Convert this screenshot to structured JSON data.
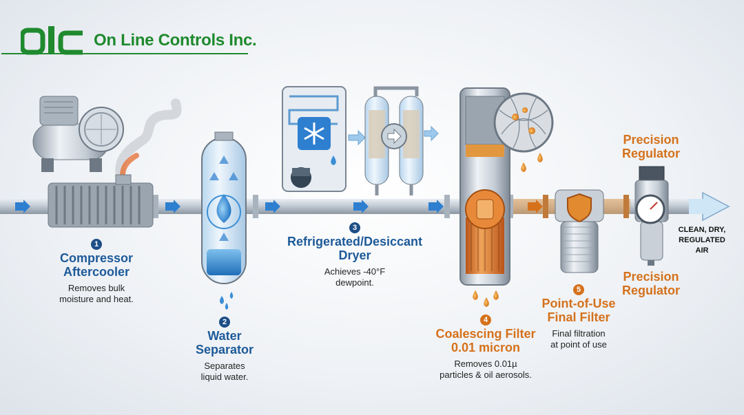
{
  "logo": {
    "mark": "olc",
    "company": "On Line Controls Inc."
  },
  "steps": [
    {
      "number": "1",
      "title": [
        "Compressor",
        "Aftercooler"
      ],
      "desc": [
        "Removes bulk",
        "moisture and heat."
      ]
    },
    {
      "number": "2",
      "title": [
        "Water",
        "Separator"
      ],
      "desc": [
        "Separates",
        "liquid water."
      ]
    },
    {
      "number": "3",
      "title": [
        "Refrigerated/Desiccant",
        "Dryer"
      ],
      "desc": [
        "Achieves -40°F",
        "dewpoint."
      ]
    },
    {
      "number": "4",
      "title": [
        "Coalescing Filter",
        "0.01 micron"
      ],
      "desc": [
        "Removes 0.01µ",
        "particles & oil aerosols."
      ]
    },
    {
      "number": "5",
      "title": [
        "Point-of-Use",
        "Final Filter"
      ],
      "desc": [
        "Final filtration",
        "at point of use"
      ]
    }
  ],
  "regulator": {
    "title_top": [
      "Precision",
      "Regulator"
    ],
    "title_bottom": [
      "Precision",
      "Regulator"
    ]
  },
  "outlet": [
    "CLEAN, DRY,",
    "REGULATED",
    "AIR"
  ],
  "colors": {
    "blue": "#1d5a99",
    "orange": "#d5711b",
    "green": "#1f8a2e",
    "pipe": "#b8c2cc"
  },
  "icons": [
    "compressor-icon",
    "aftercooler-icon",
    "water-drop-icon",
    "snowflake-icon",
    "desiccant-tower-icon",
    "filter-element-icon",
    "shield-icon",
    "pressure-gauge-icon"
  ]
}
